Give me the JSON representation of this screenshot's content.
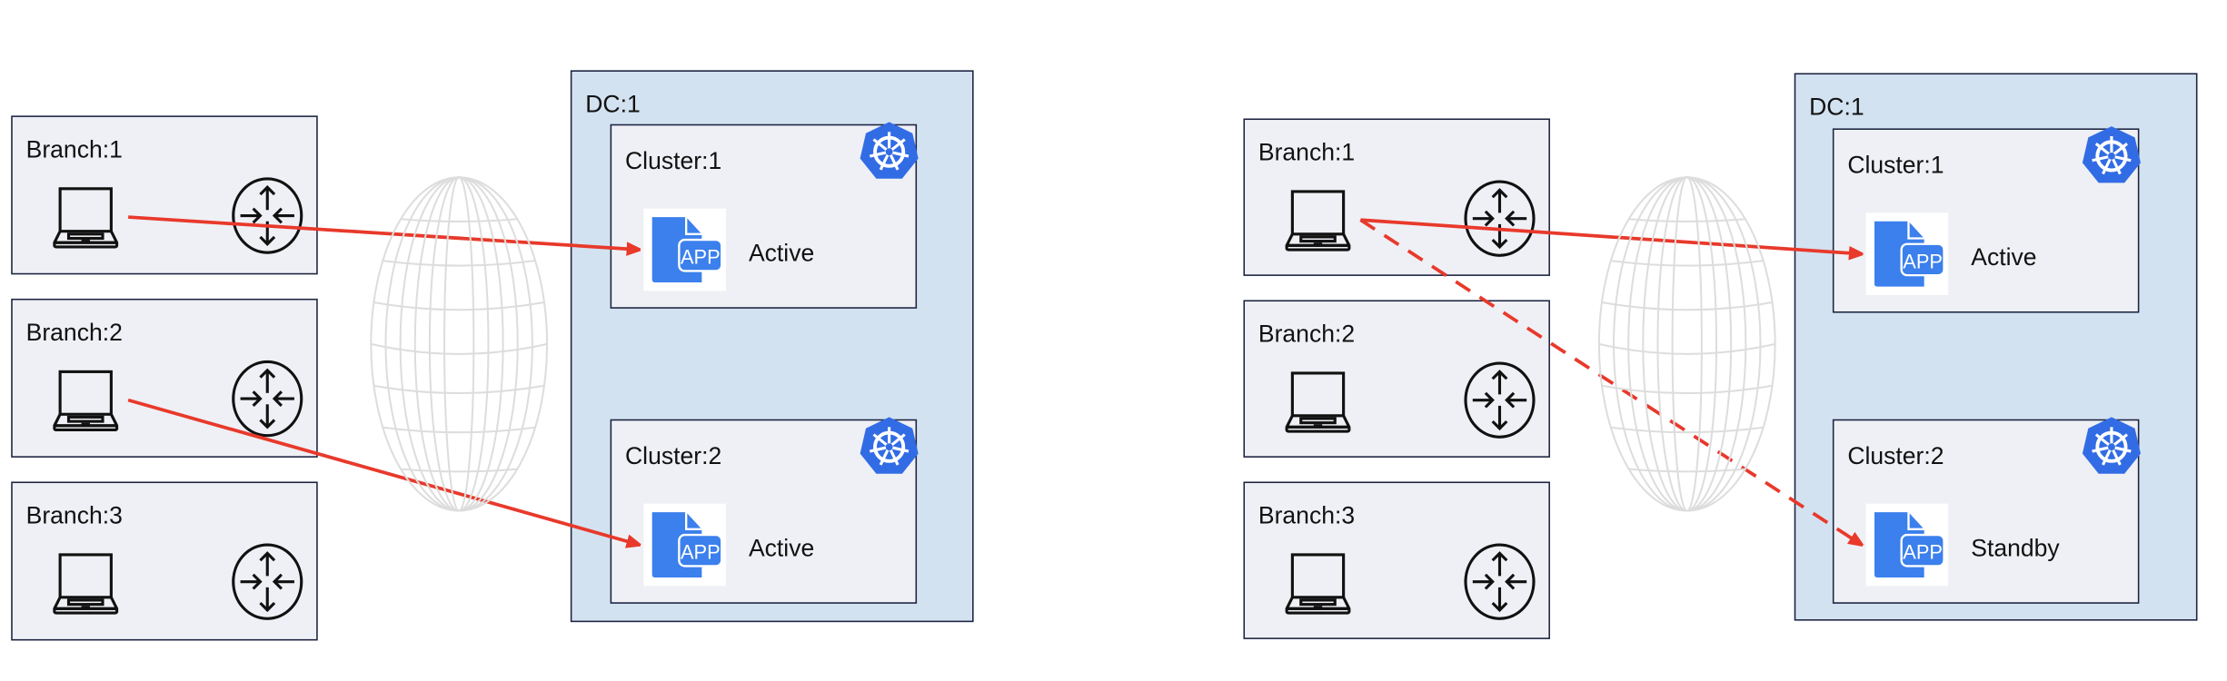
{
  "colors": {
    "branch_fill": "#eff0f5",
    "dc_fill": "#d3e2f0",
    "cluster_fill": "#eff0f5",
    "app_blue": "#3b80ec",
    "k8s_blue": "#326ce5",
    "arrow_red": "#e8392b",
    "globe_grey": "#dddddd"
  },
  "diagrams": [
    {
      "branches": [
        {
          "label": "Branch:1",
          "icons": [
            "laptop-icon",
            "router-icon"
          ]
        },
        {
          "label": "Branch:2",
          "icons": [
            "laptop-icon",
            "router-icon"
          ]
        },
        {
          "label": "Branch:3",
          "icons": [
            "laptop-icon",
            "router-icon"
          ]
        }
      ],
      "globe_icon": "globe-icon",
      "dc": {
        "label": "DC:1",
        "clusters": [
          {
            "label": "Cluster:1",
            "icon": "kubernetes-icon",
            "app_icon": "app-file-icon",
            "app_text": "APP",
            "status": "Active"
          },
          {
            "label": "Cluster:2",
            "icon": "kubernetes-icon",
            "app_icon": "app-file-icon",
            "app_text": "APP",
            "status": "Active"
          }
        ]
      },
      "connections": [
        {
          "from": "Branch:1",
          "to": "Cluster:1",
          "style": "solid"
        },
        {
          "from": "Branch:2",
          "to": "Cluster:2",
          "style": "solid"
        }
      ]
    },
    {
      "branches": [
        {
          "label": "Branch:1",
          "icons": [
            "laptop-icon",
            "router-icon"
          ]
        },
        {
          "label": "Branch:2",
          "icons": [
            "laptop-icon",
            "router-icon"
          ]
        },
        {
          "label": "Branch:3",
          "icons": [
            "laptop-icon",
            "router-icon"
          ]
        }
      ],
      "globe_icon": "globe-icon",
      "dc": {
        "label": "DC:1",
        "clusters": [
          {
            "label": "Cluster:1",
            "icon": "kubernetes-icon",
            "app_icon": "app-file-icon",
            "app_text": "APP",
            "status": "Active"
          },
          {
            "label": "Cluster:2",
            "icon": "kubernetes-icon",
            "app_icon": "app-file-icon",
            "app_text": "APP",
            "status": "Standby"
          }
        ]
      },
      "connections": [
        {
          "from": "Branch:1",
          "to": "Cluster:1",
          "style": "solid"
        },
        {
          "from": "Branch:1",
          "to": "Cluster:2",
          "style": "dashed"
        }
      ]
    }
  ]
}
